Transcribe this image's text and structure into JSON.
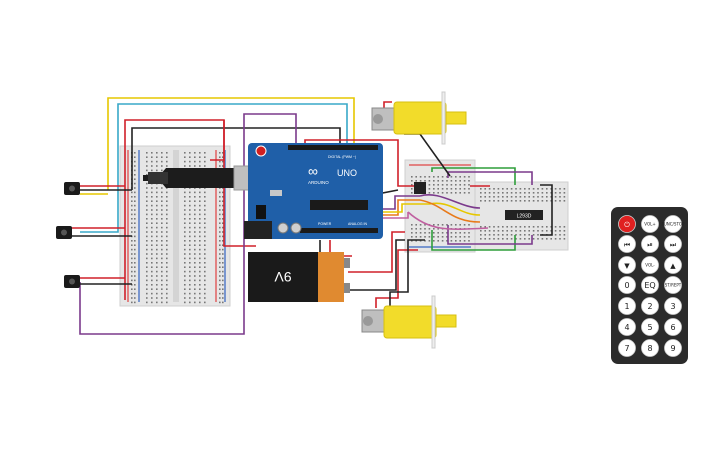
{
  "arduino": {
    "logo": "∞",
    "brand": "ARDUINO",
    "model": "UNO",
    "header_digital": "DIGITAL (PWM ~)",
    "header_power": "POWER",
    "header_analog": "ANALOG IN"
  },
  "battery": {
    "label": "9V"
  },
  "driver_chip": {
    "label": "L293D"
  },
  "remote": {
    "buttons": [
      {
        "name": "power-button",
        "label": "⏻",
        "icon": "power-icon"
      },
      {
        "name": "vol-up-button",
        "label": "VOL+"
      },
      {
        "name": "func-stop-button",
        "label": "FUNC/STOP"
      },
      {
        "name": "rewind-button",
        "label": "⏮",
        "icon": "rewind-icon"
      },
      {
        "name": "play-pause-button",
        "label": "⏯",
        "icon": "play-pause-icon"
      },
      {
        "name": "fast-forward-button",
        "label": "⏭",
        "icon": "fast-forward-icon"
      },
      {
        "name": "down-button",
        "label": "▼",
        "icon": "down-arrow-icon"
      },
      {
        "name": "vol-down-button",
        "label": "VOL-"
      },
      {
        "name": "up-button",
        "label": "▲",
        "icon": "up-arrow-icon"
      },
      {
        "name": "digit-0-button",
        "label": "0"
      },
      {
        "name": "eq-button",
        "label": "EQ"
      },
      {
        "name": "st-rept-button",
        "label": "ST/REPT"
      },
      {
        "name": "digit-1-button",
        "label": "1"
      },
      {
        "name": "digit-2-button",
        "label": "2"
      },
      {
        "name": "digit-3-button",
        "label": "3"
      },
      {
        "name": "digit-4-button",
        "label": "4"
      },
      {
        "name": "digit-5-button",
        "label": "5"
      },
      {
        "name": "digit-6-button",
        "label": "6"
      },
      {
        "name": "digit-7-button",
        "label": "7"
      },
      {
        "name": "digit-8-button",
        "label": "8"
      },
      {
        "name": "digit-9-button",
        "label": "9"
      }
    ]
  },
  "colors": {
    "wire_red": "#d0202a",
    "wire_black": "#222222",
    "wire_yellow": "#e6c700",
    "wire_cyan": "#38a8c8",
    "wire_purple": "#7b3a8c",
    "wire_green": "#2e9e3a",
    "wire_orange": "#e87a1a",
    "arduino_blue": "#1f5fa8",
    "motor_yellow": "#f2dc2a",
    "remote_body": "#2b2b2b",
    "power_red": "#e02020"
  }
}
